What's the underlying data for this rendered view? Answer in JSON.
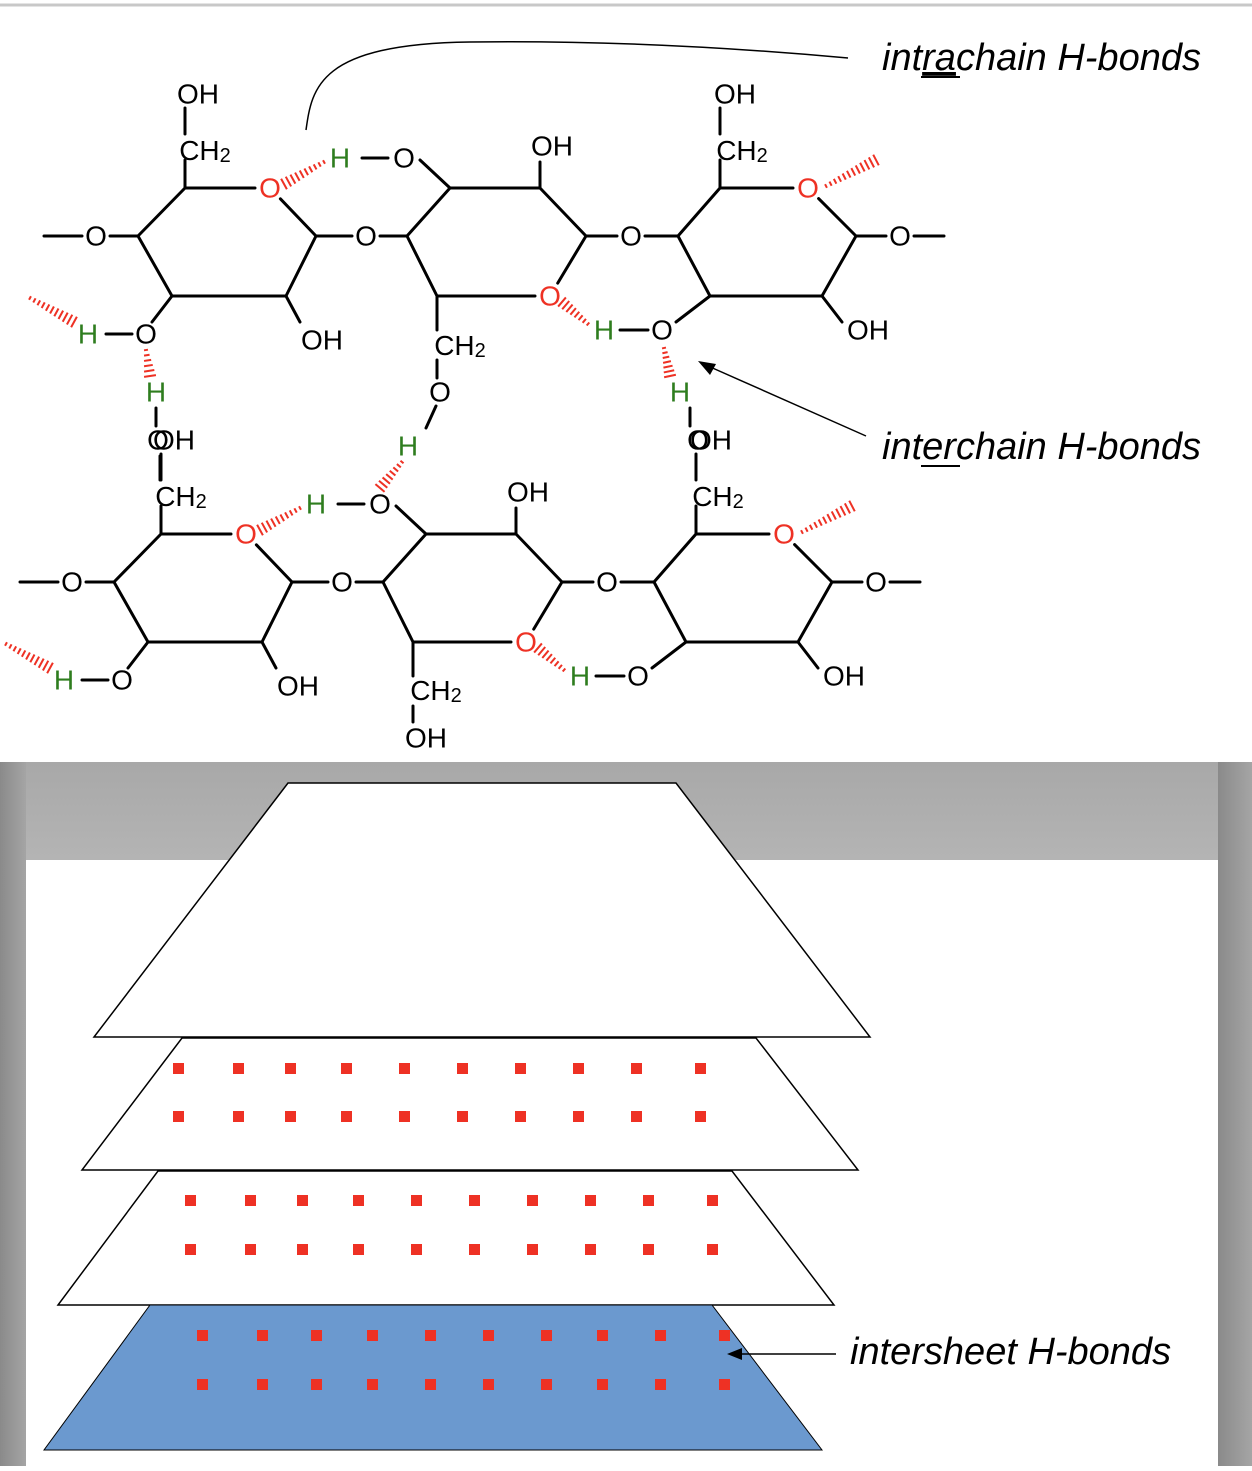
{
  "labels": {
    "intrachain": {
      "pre": "int",
      "underline": "ra",
      "post": "chain  H-bonds"
    },
    "interchain": {
      "pre": "int",
      "underline": "er",
      "post": "chain  H-bonds"
    },
    "intersheet": "intersheet  H-bonds"
  },
  "atoms": {
    "oxygen": "O",
    "hydrogen": "H",
    "hydroxyl": "OH",
    "methylene_main": "CH",
    "methylene_sub": "2"
  },
  "colors": {
    "bond": "#000000",
    "ring_oxygen": "#ee3124",
    "hydrogen": "#2e7d1e",
    "hbond_hatch": "#ee3124",
    "sheet_fill_bottom": "#6b99cf",
    "sheet_fill": "#ffffff",
    "hbond_dot": "#ee3124",
    "frame_side": "#9a9a9a"
  },
  "sheets": {
    "count": 4,
    "dot_grid": {
      "rows": 2,
      "cols": 10
    },
    "dotted_sheets": 3
  }
}
